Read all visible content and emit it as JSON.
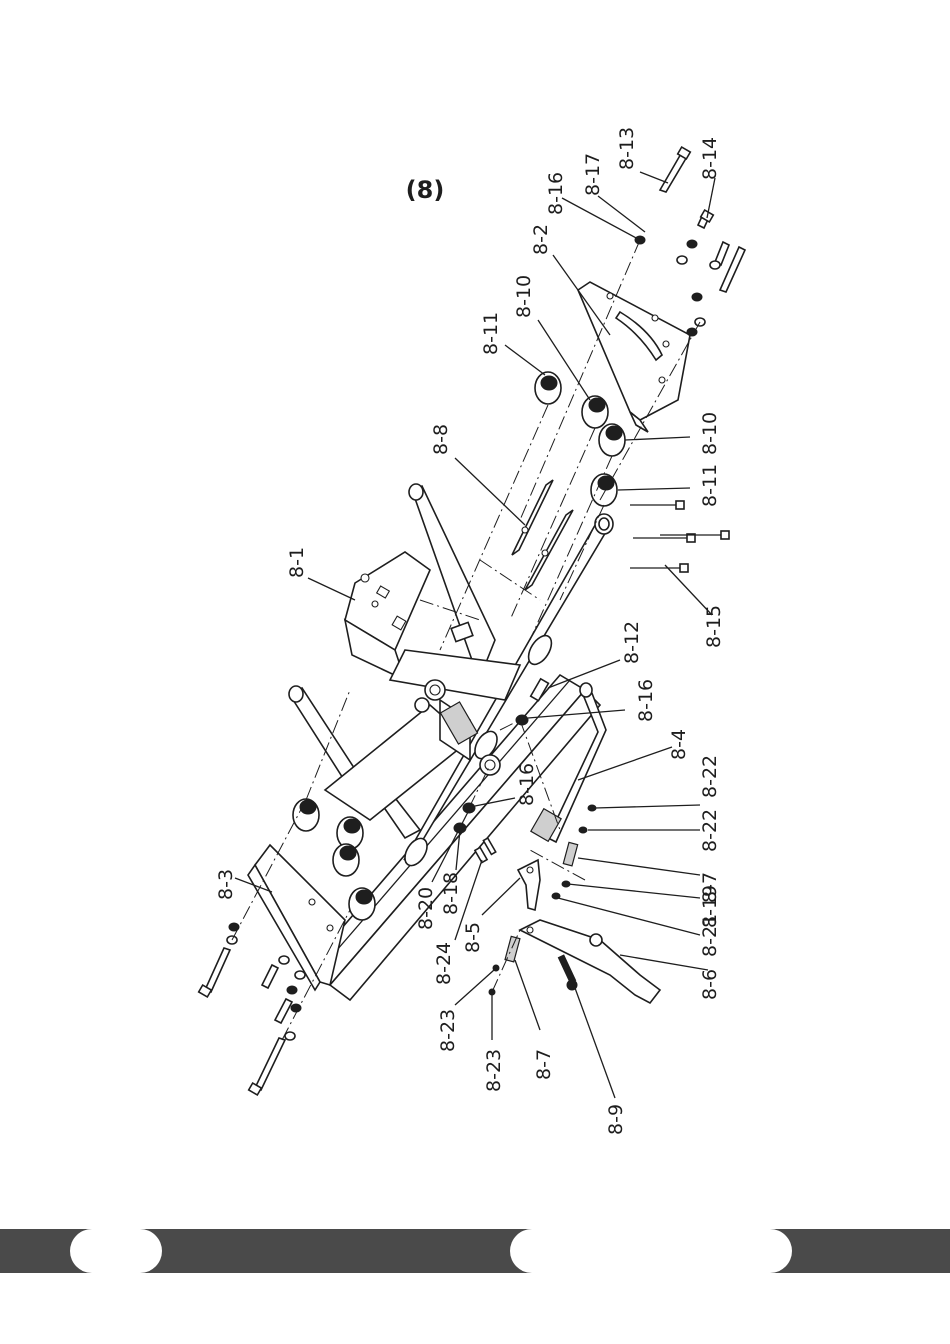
{
  "figure": {
    "title": "(8)",
    "labels": {
      "p8_1": "8-1",
      "p8_2": "8-2",
      "p8_3": "8-3",
      "p8_4": "8-4",
      "p8_5": "8-5",
      "p8_6": "8-6",
      "p8_7a": "8-7",
      "p8_7b": "8-7",
      "p8_8": "8-8",
      "p8_9": "8-9",
      "p8_10a": "8-10",
      "p8_10b": "8-10",
      "p8_11a": "8-11",
      "p8_11b": "8-11",
      "p8_12": "8-12",
      "p8_13": "8-13",
      "p8_14": "8-14",
      "p8_15": "8-15",
      "p8_16a": "8-16",
      "p8_16b": "8-16",
      "p8_16c": "8-16",
      "p8_17": "8-17",
      "p8_18": "8-18",
      "p8_19": "8-19",
      "p8_20": "8-20",
      "p8_21": "8-21",
      "p8_22a": "8-22",
      "p8_22b": "8-22",
      "p8_23a": "8-23",
      "p8_23b": "8-23",
      "p8_24": "8-24"
    }
  },
  "footer": {
    "color": "#4a4a4a"
  }
}
